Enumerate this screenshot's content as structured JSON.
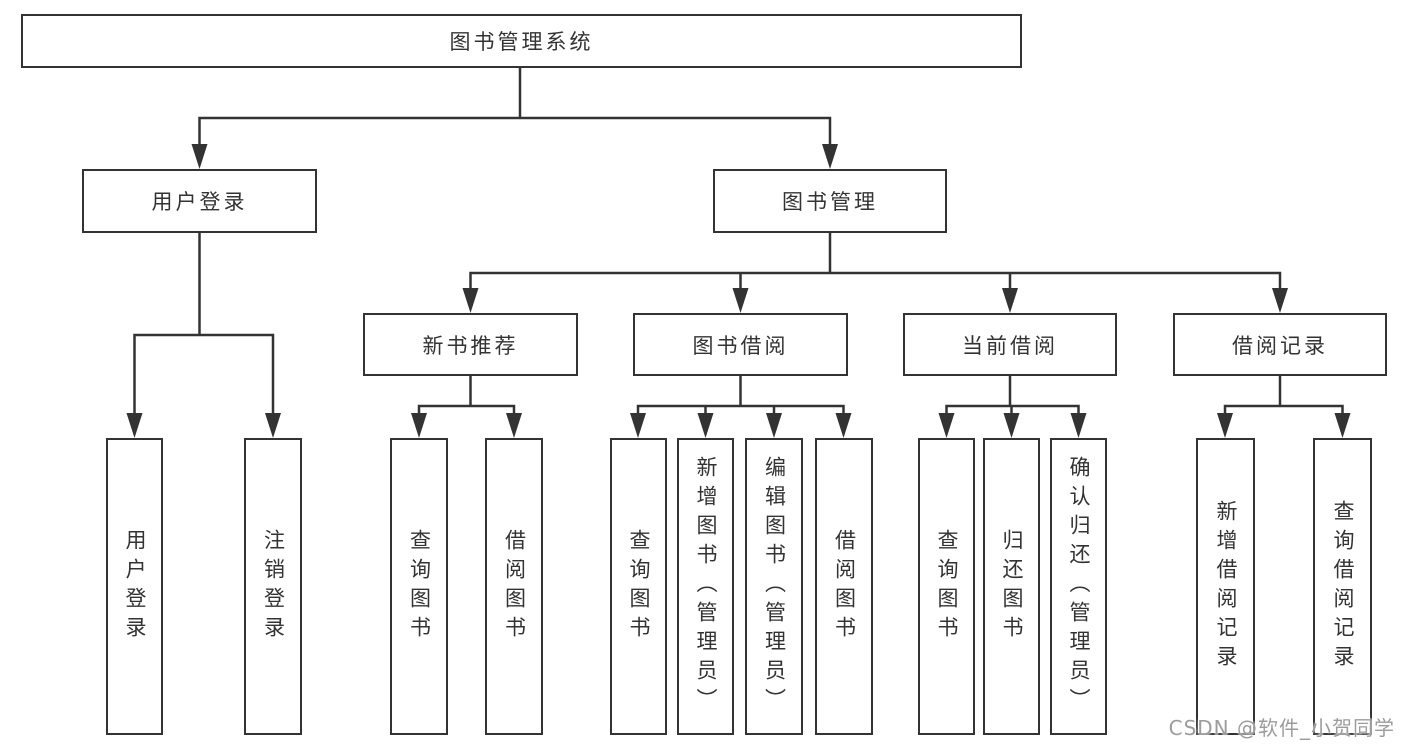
{
  "diagram": {
    "root": {
      "label": "图书管理系统"
    },
    "user_login": {
      "label": "用户登录",
      "children": [
        {
          "label": "用户登录"
        },
        {
          "label": "注销登录"
        }
      ]
    },
    "book_management": {
      "label": "图书管理",
      "sections": [
        {
          "label": "新书推荐",
          "children": [
            {
              "label": "查询图书"
            },
            {
              "label": "借阅图书"
            }
          ]
        },
        {
          "label": "图书借阅",
          "children": [
            {
              "label": "查询图书"
            },
            {
              "label": "新增图书（管理员）"
            },
            {
              "label": "编辑图书（管理员）"
            },
            {
              "label": "借阅图书"
            }
          ]
        },
        {
          "label": "当前借阅",
          "children": [
            {
              "label": "查询图书"
            },
            {
              "label": "归还图书"
            },
            {
              "label": "确认归还（管理员）"
            }
          ]
        },
        {
          "label": "借阅记录",
          "children": [
            {
              "label": "新增借阅记录"
            },
            {
              "label": "查询借阅记录"
            }
          ]
        }
      ]
    }
  },
  "watermark": {
    "text": "CSDN @软件_小贺同学",
    "color": "#9c9c9c"
  },
  "colors": {
    "line": "#333333",
    "box_border": "#333333",
    "text": "#333333",
    "background": "#ffffff"
  }
}
